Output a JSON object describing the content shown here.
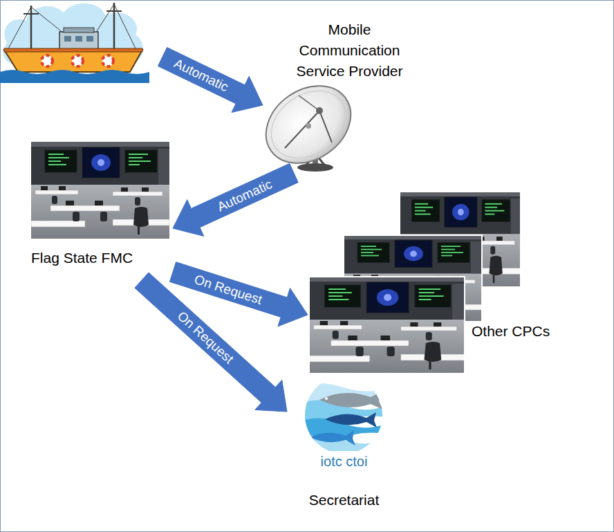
{
  "diagram": {
    "nodes": [
      {
        "text": []
      },
      {
        "text": [
          "Mobile Communication Service Provider"
        ]
      },
      {
        "text": [
          "Flag State FMC"
        ]
      },
      {
        "text": [
          "Other CPCs"
        ]
      },
      {
        "text": [
          "iotc ctoi",
          "Secretariat"
        ]
      }
    ],
    "edges": [
      {
        "from": 0,
        "to": 1,
        "label": "Automatic",
        "arrow": "to"
      },
      {
        "from": 1,
        "to": 2,
        "label": "Automatic",
        "arrow": "to"
      },
      {
        "from": 2,
        "to": 3,
        "label": "On Request",
        "arrow": "to"
      },
      {
        "from": 2,
        "to": 4,
        "label": "On Request",
        "arrow": "to"
      }
    ]
  }
}
